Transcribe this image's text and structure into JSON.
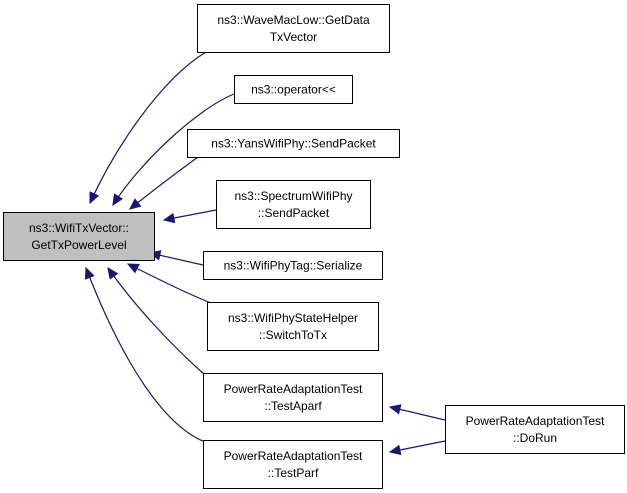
{
  "colors": {
    "edge": "#191970",
    "root_fill": "#bfbfbf",
    "node_fill": "#ffffff",
    "node_stroke": "#000000"
  },
  "nodes": [
    {
      "id": "root",
      "lines": [
        "ns3::WifiTxVector::",
        "GetTxPowerLevel"
      ]
    },
    {
      "id": "n1",
      "lines": [
        "ns3::WaveMacLow::GetData",
        "TxVector"
      ]
    },
    {
      "id": "n2",
      "lines": [
        "ns3::operator<<"
      ]
    },
    {
      "id": "n3",
      "lines": [
        "ns3::YansWifiPhy::SendPacket"
      ]
    },
    {
      "id": "n4",
      "lines": [
        "ns3::SpectrumWifiPhy",
        "::SendPacket"
      ]
    },
    {
      "id": "n5",
      "lines": [
        "ns3::WifiPhyTag::Serialize"
      ]
    },
    {
      "id": "n6",
      "lines": [
        "ns3::WifiPhyStateHelper",
        "::SwitchToTx"
      ]
    },
    {
      "id": "n7",
      "lines": [
        "PowerRateAdaptationTest",
        "::TestAparf"
      ]
    },
    {
      "id": "n8",
      "lines": [
        "PowerRateAdaptationTest",
        "::TestParf"
      ]
    },
    {
      "id": "n9",
      "lines": [
        "PowerRateAdaptationTest",
        "::DoRun"
      ]
    }
  ],
  "edges": [
    {
      "from": "n1",
      "to": "root"
    },
    {
      "from": "n2",
      "to": "root"
    },
    {
      "from": "n3",
      "to": "root"
    },
    {
      "from": "n4",
      "to": "root"
    },
    {
      "from": "n5",
      "to": "root"
    },
    {
      "from": "n6",
      "to": "root"
    },
    {
      "from": "n7",
      "to": "root"
    },
    {
      "from": "n8",
      "to": "root"
    },
    {
      "from": "n9",
      "to": "n7"
    },
    {
      "from": "n9",
      "to": "n8"
    }
  ]
}
